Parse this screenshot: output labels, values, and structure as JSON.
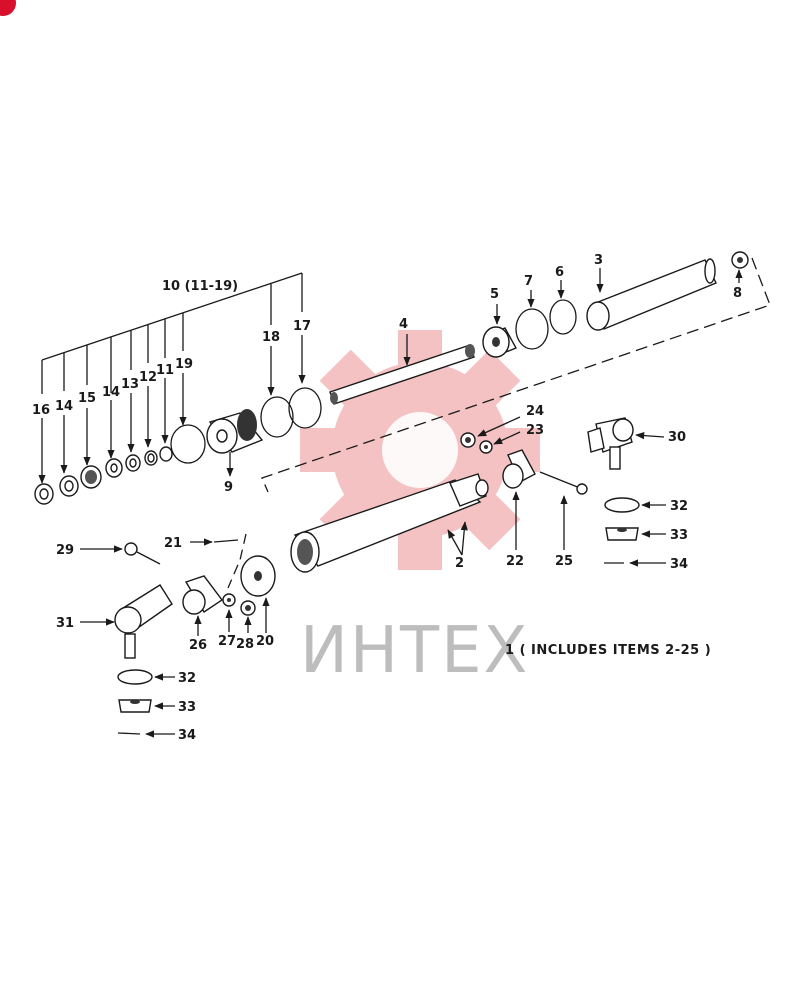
{
  "watermark": {
    "text": "ИНТЕХ",
    "logo_color": "#f2b3b3"
  },
  "accent_color": "#d8102c",
  "note": "1 ( INCLUDES ITEMS 2-25 )",
  "labels": {
    "l2": "2",
    "l3": "3",
    "l4": "4",
    "l5": "5",
    "l6": "6",
    "l7": "7",
    "l8": "8",
    "l9": "9",
    "l10": "10 (11-19)",
    "l11": "11",
    "l12": "12",
    "l13": "13",
    "l14a": "14",
    "l14b": "14",
    "l15": "15",
    "l16": "16",
    "l17": "17",
    "l18": "18",
    "l19": "19",
    "l20": "20",
    "l21": "21",
    "l22": "22",
    "l23": "23",
    "l24": "24",
    "l25": "25",
    "l26": "26",
    "l27": "27",
    "l28": "28",
    "l29": "29",
    "l30": "30",
    "l31": "31",
    "l32a": "32",
    "l32b": "32",
    "l33a": "33",
    "l33b": "33",
    "l34a": "34",
    "l34b": "34"
  }
}
